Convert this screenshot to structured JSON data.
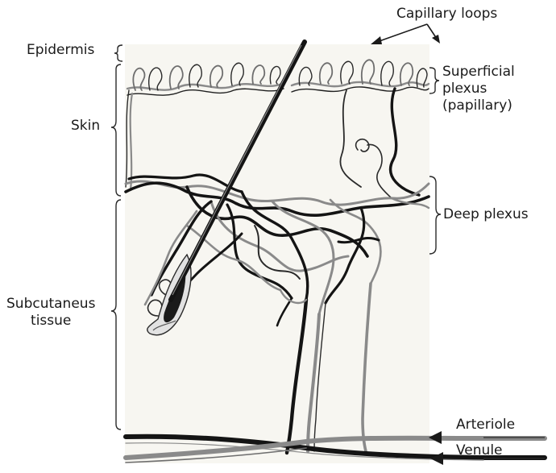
{
  "labels": {
    "capillary_loops": "Capillary loops",
    "epidermis": "Epidermis",
    "skin": "Skin",
    "superficial_plexus": "Superficial\nplexus\n(papillary)",
    "deep_plexus": "Deep plexus",
    "subcutaneous": "Subcutaneus\ntissue",
    "arteriole": "Arteriole",
    "venule": "Venule"
  },
  "colors": {
    "background": "#ffffff",
    "tissue": "#f7f6f1",
    "vessel_dark": "#141414",
    "vessel_gray": "#8a8a8a",
    "bracket": "#2a2a2a"
  }
}
